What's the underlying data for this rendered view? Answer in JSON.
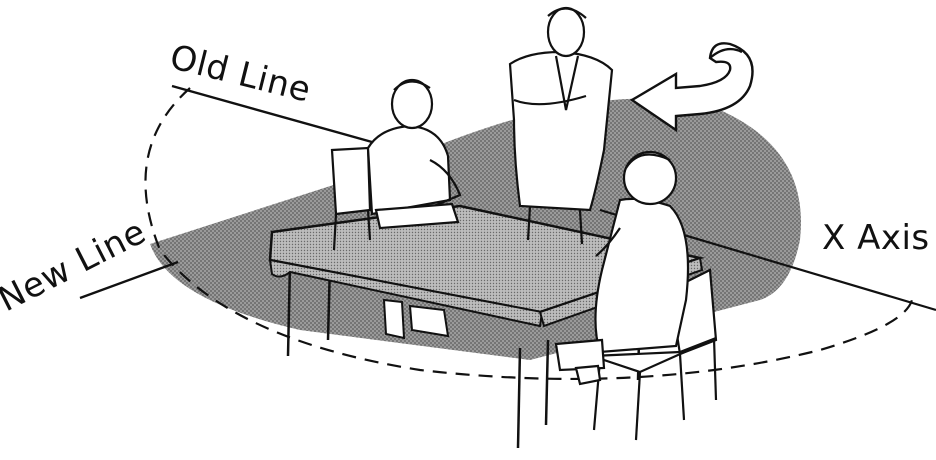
{
  "labels": {
    "old_line": "Old Line",
    "new_line": "New Line",
    "x_axis": "X Axis"
  },
  "colors": {
    "ink": "#111111",
    "shadow_field": "#8a8a8a",
    "skin": "#ffffff"
  },
  "icons": {
    "rotation_arrow": "curved-arrow-icon"
  }
}
